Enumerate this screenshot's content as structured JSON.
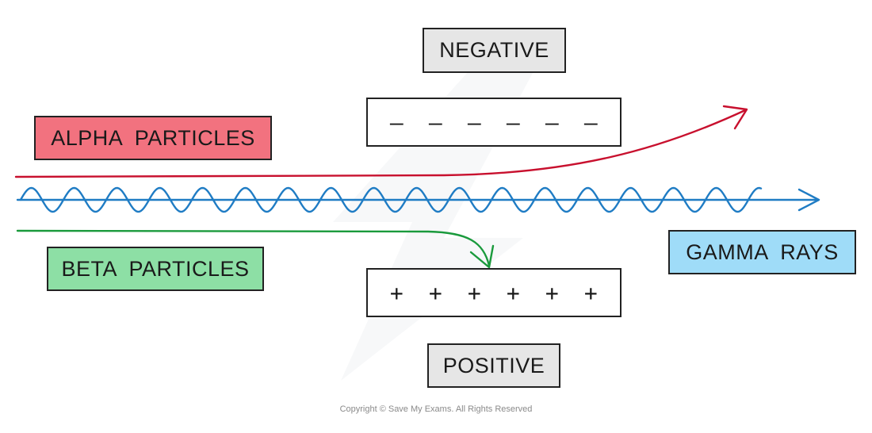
{
  "labels": {
    "negative": "NEGATIVE",
    "positive": "POSITIVE",
    "alpha": "ALPHA  PARTICLES",
    "beta": "BETA  PARTICLES",
    "gamma": "GAMMA  RAYS"
  },
  "plates": {
    "negative_signs": [
      "–",
      "–",
      "–",
      "–",
      "–",
      "–"
    ],
    "positive_signs": [
      "+",
      "+",
      "+",
      "+",
      "+",
      "+"
    ]
  },
  "footer": {
    "copyright": "Copyright © Save My Exams. All Rights Reserved"
  },
  "colors": {
    "alpha_fill": "#f2727f",
    "alpha_path": "#c8102e",
    "beta_fill": "#8ddfa5",
    "beta_path": "#1a9a3c",
    "gamma_fill": "#9fdcf8",
    "gamma_path": "#1f7cc4",
    "neutral_fill": "#e6e6e6"
  }
}
